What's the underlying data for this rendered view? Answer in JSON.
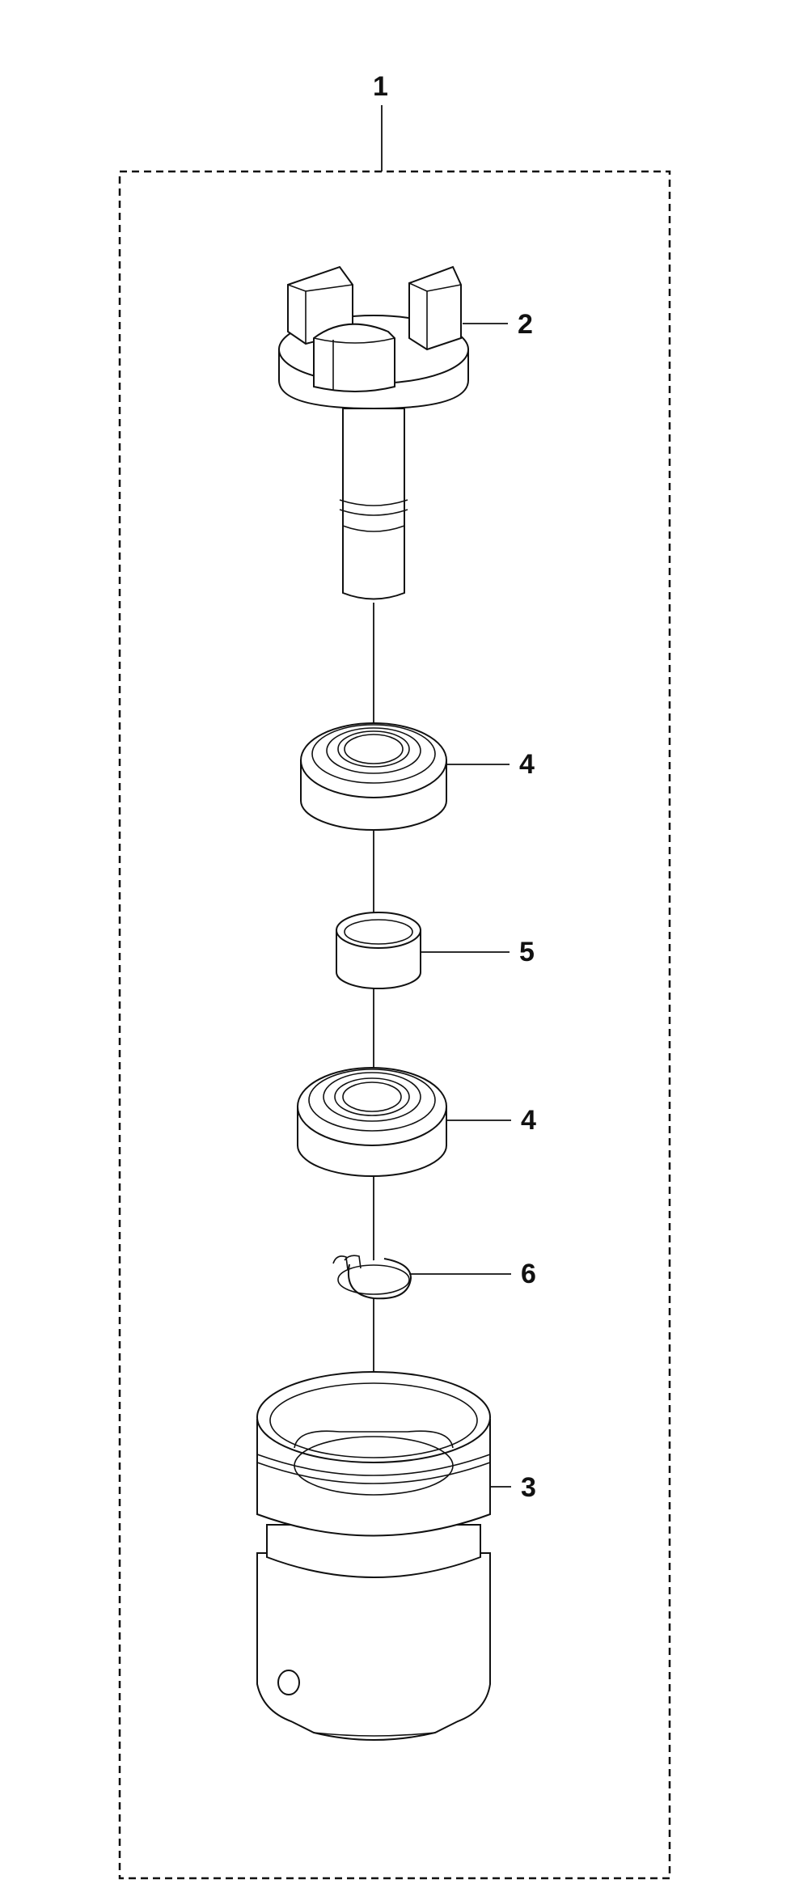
{
  "diagram": {
    "callouts": {
      "assembly": "1",
      "drive_shaft": "2",
      "housing": "3",
      "bearing_upper": "4",
      "spacer": "5",
      "bearing_lower": "4",
      "circlip": "6"
    }
  }
}
